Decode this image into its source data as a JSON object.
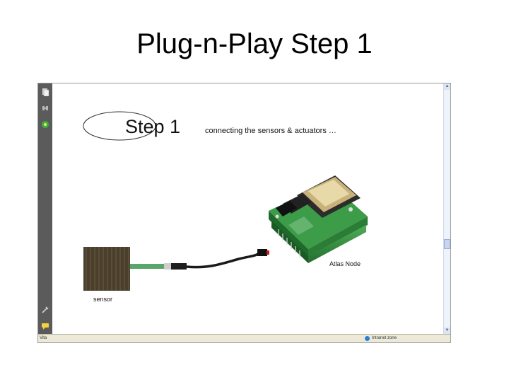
{
  "slide": {
    "title": "Plug-n-Play Step 1"
  },
  "content": {
    "step_heading": "Step 1",
    "step_description": "connecting the sensors & actuators …",
    "node_caption": "Atlas Node",
    "sensor_caption": "sensor"
  },
  "toolbar": {
    "icons": [
      "pages-icon",
      "attachments-icon",
      "help-icon",
      "tools-icon",
      "comments-icon"
    ]
  },
  "statusbar": {
    "left_text": "Vita",
    "zone_text": "Intranet zone"
  },
  "colors": {
    "toolbar_bg": "#5b5b5b",
    "pcb_green": "#2e8a3c",
    "cable_black": "#1a1a1a"
  }
}
